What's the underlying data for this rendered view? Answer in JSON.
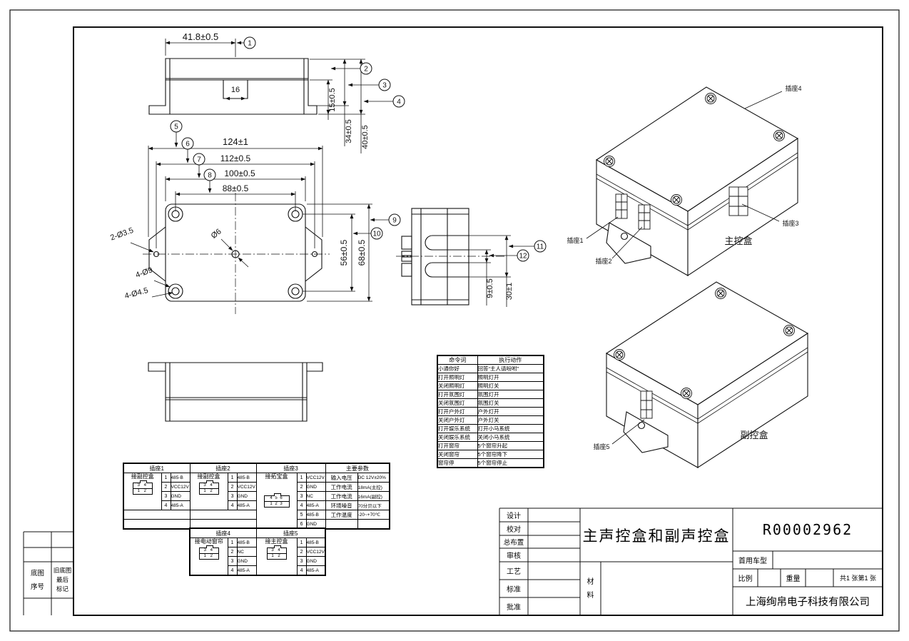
{
  "dims": {
    "side_width": "41.8±0.5",
    "side_notch": "16",
    "side_h1": "15±0.5",
    "side_h2": "34±0.5",
    "side_h3": "40±0.5",
    "plan_w1": "124±1",
    "plan_w2": "112±0.5",
    "plan_w3": "100±0.5",
    "plan_w4": "88±0.5",
    "plan_h1": "56±0.5",
    "plan_h2": "68±0.5",
    "hole_wing": "2-Ø3.5",
    "hole_center": "Ø6",
    "hole_corner_outer": "4-Ø9",
    "hole_corner_inner": "4-Ø4.5",
    "sect_gap": "9±0.5",
    "sect_span": "30±1"
  },
  "callouts": {
    "c1": "1",
    "c2": "2",
    "c3": "3",
    "c4": "4",
    "c5": "5",
    "c6": "6",
    "c7": "7",
    "c8": "8",
    "c9": "9",
    "c10": "10",
    "c11": "11",
    "c12": "12"
  },
  "iso": {
    "main_label": "主控盒",
    "sub_label": "副控盒",
    "j1": "插座1",
    "j2": "插座2",
    "j3": "插座3",
    "j4": "插座4",
    "j5": "插座5"
  },
  "command_table": {
    "rows": [
      [
        "命令词",
        "执行动作"
      ],
      [
        "小通你好",
        "回答“主人请吩咐”"
      ],
      [
        "打开照明灯",
        "照明灯开"
      ],
      [
        "关闭照明灯",
        "照明灯关"
      ],
      [
        "打开氛围灯",
        "氛围灯开"
      ],
      [
        "关闭氛围灯",
        "氛围灯关"
      ],
      [
        "打开户外灯",
        "户外灯开"
      ],
      [
        "关闭户外灯",
        "户外灯关"
      ],
      [
        "打开娱乐系统",
        "打开小马系统"
      ],
      [
        "关闭娱乐系统",
        "关闭小马系统"
      ],
      [
        "打开窗帘",
        "5个窗帘升起"
      ],
      [
        "关闭窗帘",
        "5个窗帘降下"
      ],
      [
        "窗帘停",
        "5个窗帘停止"
      ]
    ]
  },
  "connectors": {
    "j1": {
      "title": "插座1",
      "label": "接副控盒",
      "icon": [
        "3 4",
        "1 2"
      ],
      "pins": [
        [
          "1",
          "485-B"
        ],
        [
          "2",
          "VCC12V"
        ],
        [
          "3",
          "GND"
        ],
        [
          "4",
          "485-A"
        ]
      ]
    },
    "j2": {
      "title": "插座2",
      "label": "接副控盒",
      "icon": [
        "3 4",
        "1 2"
      ],
      "pins": [
        [
          "1",
          "485-B"
        ],
        [
          "2",
          "VCC12V"
        ],
        [
          "3",
          "GND"
        ],
        [
          "4",
          "485-A"
        ]
      ]
    },
    "j3": {
      "title": "插座3",
      "label": "接拓宝盒",
      "icon": [
        "4 5 6",
        "1 2 3"
      ],
      "pins": [
        [
          "1",
          "VCC12V"
        ],
        [
          "2",
          "GND"
        ],
        [
          "3",
          "NC"
        ],
        [
          "4",
          "485-A"
        ],
        [
          "5",
          "485-B"
        ],
        [
          "6",
          "GND"
        ]
      ]
    },
    "j4": {
      "title": "插座4",
      "label": "接电动窗帘",
      "icon": [
        "3 4",
        "1 2"
      ],
      "pins": [
        [
          "1",
          "485-B"
        ],
        [
          "2",
          "NC"
        ],
        [
          "3",
          "GND"
        ],
        [
          "4",
          "485-A"
        ]
      ]
    },
    "j5": {
      "title": "插座5",
      "label": "接主控盒",
      "icon": [
        "3 4",
        "1 2"
      ],
      "pins": [
        [
          "1",
          "485-B"
        ],
        [
          "2",
          "VCC12V"
        ],
        [
          "3",
          "GND"
        ],
        [
          "4",
          "485-A"
        ]
      ]
    }
  },
  "params": {
    "title": "主要参数",
    "rows": [
      [
        "输入电压",
        "DC 12V±20%"
      ],
      [
        "工作电流",
        "18mA(主控)"
      ],
      [
        "工作电流",
        "16mA(副控)"
      ],
      [
        "环境噪音",
        "70分贝以下"
      ],
      [
        "工作温度",
        "-20~+70℃"
      ]
    ]
  },
  "title_block": {
    "design": "设计",
    "check": "校对",
    "layout": "总布置",
    "audit": "审核",
    "process": "工艺",
    "standard": "标准",
    "approve": "批准",
    "title": "主声控盒和副声控盒",
    "material": "材\n料",
    "drawing_no": "R00002962",
    "first_model": "首用车型",
    "scale": "比例",
    "weight": "重量",
    "sheets": "共1 张第1 张",
    "company": "上海绚帛电子科技有限公司"
  },
  "corner_block": {
    "col1": "底图\n序号",
    "col2": "旧底图\n最后\n标记"
  }
}
